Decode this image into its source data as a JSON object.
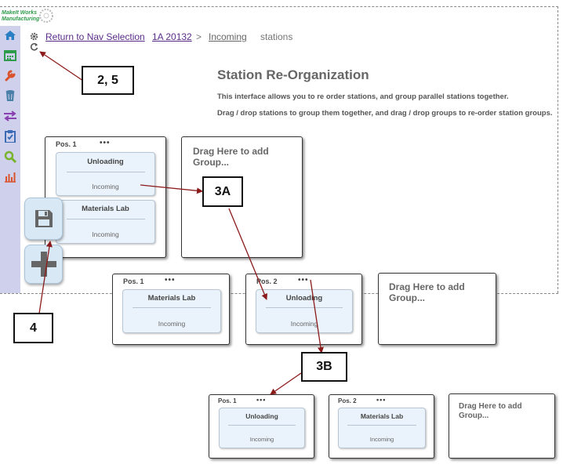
{
  "app": {
    "logo_line1": "MakeIt Works",
    "logo_line2": "Manufacturing"
  },
  "sidebar": {
    "items": [
      {
        "icon": "home-icon",
        "color": "#2b7fc4"
      },
      {
        "icon": "calendar-icon",
        "color": "#2e9b4a"
      },
      {
        "icon": "wrench-icon",
        "color": "#d9532c"
      },
      {
        "icon": "trash-icon",
        "color": "#4a7fa8"
      },
      {
        "icon": "transfer-icon",
        "color": "#8a3fb0"
      },
      {
        "icon": "clipboard-icon",
        "color": "#3b6bb5"
      },
      {
        "icon": "search-icon",
        "color": "#7ab32e"
      },
      {
        "icon": "bar-chart-icon",
        "color": "#d9532c"
      }
    ]
  },
  "breadcrumb": {
    "return_label": "Return to Nav Selection",
    "plant": "1A 20132",
    "separator": ">",
    "area": "Incoming",
    "current": "stations"
  },
  "page": {
    "title": "Station Re-Organization",
    "description1": "This interface allows you to re order stations, and group parallel stations together.",
    "description2": "Drag / drop stations to group them together, and drag / drop groups to re-order station groups."
  },
  "groups_top": {
    "group1": {
      "pos_label": "Pos. 1",
      "menu": "•••",
      "stations": [
        {
          "name": "Unloading",
          "sub": "Incoming"
        },
        {
          "name": "Materials Lab",
          "sub": "Incoming"
        }
      ]
    },
    "drop_target": "Drag Here to add Group..."
  },
  "groups_mid": {
    "group1": {
      "pos_label": "Pos. 1",
      "menu": "•••",
      "station": {
        "name": "Materials Lab",
        "sub": "Incoming"
      }
    },
    "group2": {
      "pos_label": "Pos. 2",
      "menu": "•••",
      "station": {
        "name": "Unloading",
        "sub": "Incoming"
      }
    },
    "drop_target": "Drag Here to add Group..."
  },
  "groups_bottom": {
    "group1": {
      "pos_label": "Pos. 1",
      "menu": "•••",
      "station": {
        "name": "Unloading",
        "sub": "Incoming"
      }
    },
    "group2": {
      "pos_label": "Pos. 2",
      "menu": "•••",
      "station": {
        "name": "Materials Lab",
        "sub": "Incoming"
      }
    },
    "drop_target": "Drag Here to add Group..."
  },
  "callouts": {
    "c25": "2, 5",
    "c3a": "3A",
    "c3b": "3B",
    "c4": "4"
  },
  "colors": {
    "arrow": "#8b1a1a",
    "link": "#5a2c8a",
    "sidebar_bg": "#cfd0ec"
  }
}
